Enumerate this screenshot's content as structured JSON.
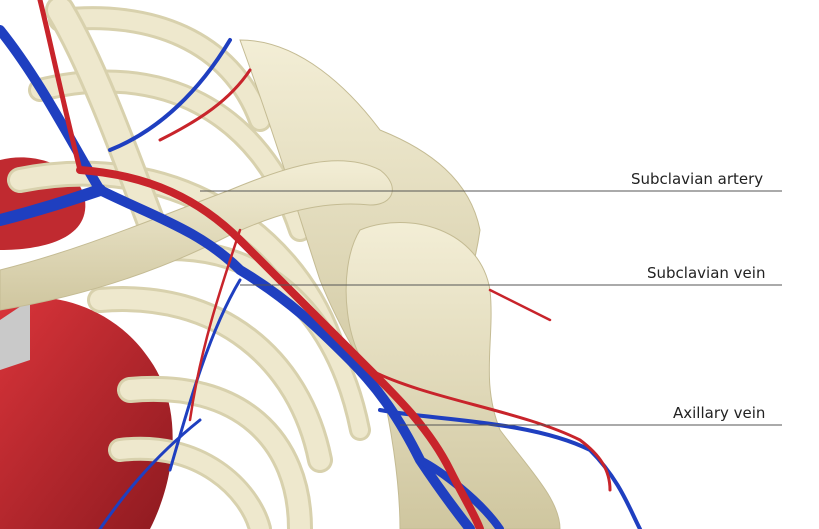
{
  "labels": {
    "subclavian_artery": "Subclavian artery",
    "subclavian_vein": "Subclavian vein",
    "axillary_vein": "Axillary vein"
  },
  "colors": {
    "bone": "#e9e3c6",
    "bone_shadow": "#c9c19a",
    "artery": "#c8242b",
    "vein": "#1f3fc0",
    "heart": "#b3212a",
    "background": "#ffffff"
  }
}
